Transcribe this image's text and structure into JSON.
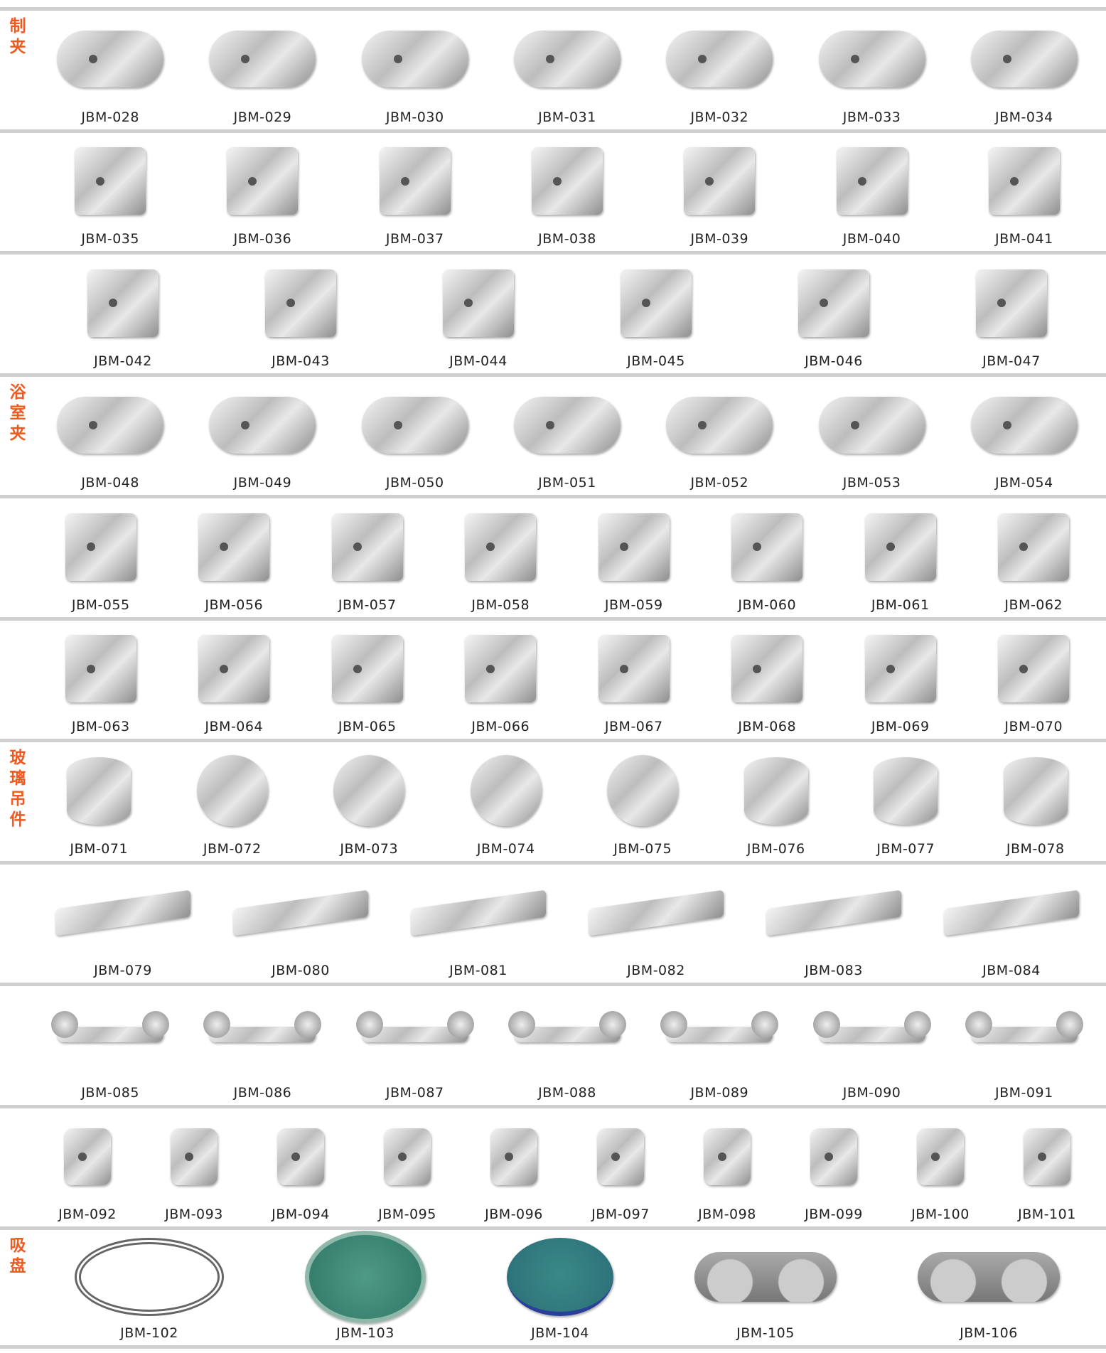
{
  "rows": [
    {
      "category": "制夹",
      "items": [
        "JBM-028",
        "JBM-029",
        "JBM-030",
        "JBM-031",
        "JBM-032",
        "JBM-033",
        "JBM-034"
      ]
    },
    {
      "category": "",
      "items": [
        "JBM-035",
        "JBM-036",
        "JBM-037",
        "JBM-038",
        "JBM-039",
        "JBM-040",
        "JBM-041"
      ]
    },
    {
      "category": "",
      "items": [
        "JBM-042",
        "JBM-043",
        "JBM-044",
        "JBM-045",
        "JBM-046",
        "JBM-047"
      ]
    },
    {
      "category": "浴室夹",
      "items": [
        "JBM-048",
        "JBM-049",
        "JBM-050",
        "JBM-051",
        "JBM-052",
        "JBM-053",
        "JBM-054"
      ]
    },
    {
      "category": "",
      "items": [
        "JBM-055",
        "JBM-056",
        "JBM-057",
        "JBM-058",
        "JBM-059",
        "JBM-060",
        "JBM-061",
        "JBM-062"
      ]
    },
    {
      "category": "",
      "items": [
        "JBM-063",
        "JBM-064",
        "JBM-065",
        "JBM-066",
        "JBM-067",
        "JBM-068",
        "JBM-069",
        "JBM-070"
      ]
    },
    {
      "category": "玻璃吊件",
      "items": [
        "JBM-071",
        "JBM-072",
        "JBM-073",
        "JBM-074",
        "JBM-075",
        "JBM-076",
        "JBM-077",
        "JBM-078"
      ]
    },
    {
      "category": "",
      "items": [
        "JBM-079",
        "JBM-080",
        "JBM-081",
        "JBM-082",
        "JBM-083",
        "JBM-084"
      ]
    },
    {
      "category": "",
      "items": [
        "JBM-085",
        "JBM-086",
        "JBM-087",
        "JBM-088",
        "JBM-089",
        "JBM-090",
        "JBM-091"
      ]
    },
    {
      "category": "",
      "items": [
        "JBM-092",
        "JBM-093",
        "JBM-094",
        "JBM-095",
        "JBM-096",
        "JBM-097",
        "JBM-098",
        "JBM-099",
        "JBM-100",
        "JBM-101"
      ]
    },
    {
      "category": "吸盘",
      "items": [
        "JBM-102",
        "JBM-103",
        "JBM-104",
        "JBM-105",
        "JBM-106"
      ]
    }
  ],
  "colors": {
    "category": "#ee5a22",
    "divider": "#cfcfcf"
  }
}
